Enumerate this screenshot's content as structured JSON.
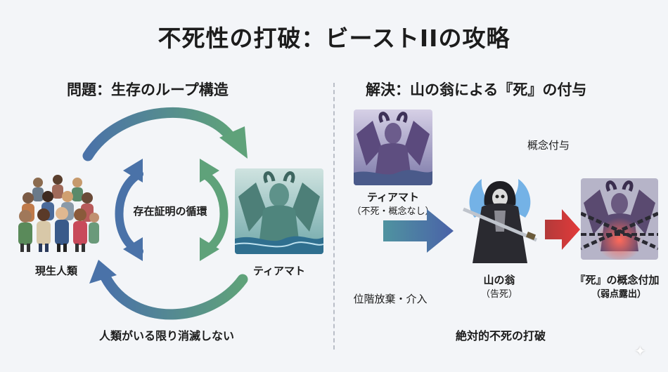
{
  "title": "不死性の打破：ビーストIIの攻略",
  "left": {
    "heading": "問題：生存のループ構造",
    "humanity_label": "現生人類",
    "tiamat_label": "ティアマト",
    "loop_label": "存在証明の循環",
    "caption": "人類がいる限り消滅しない"
  },
  "right": {
    "heading": "解決：山の翁による『死』の付与",
    "tiamat_label": "ティアマト",
    "tiamat_sub": "（不死・概念なし）",
    "concept_label": "概念付与",
    "yama_label": "山の翁",
    "yama_sub": "（告死）",
    "intervene_label": "位階放棄・介入",
    "result_label": "『死』の概念付加",
    "result_sub": "（弱点露出）",
    "caption": "絶対的不死の打破"
  },
  "colors": {
    "arrow_blue": "#4a72a8",
    "arrow_green": "#5fa27a",
    "arrow_red": "#d63a3a",
    "background": "#f3f5f8"
  }
}
